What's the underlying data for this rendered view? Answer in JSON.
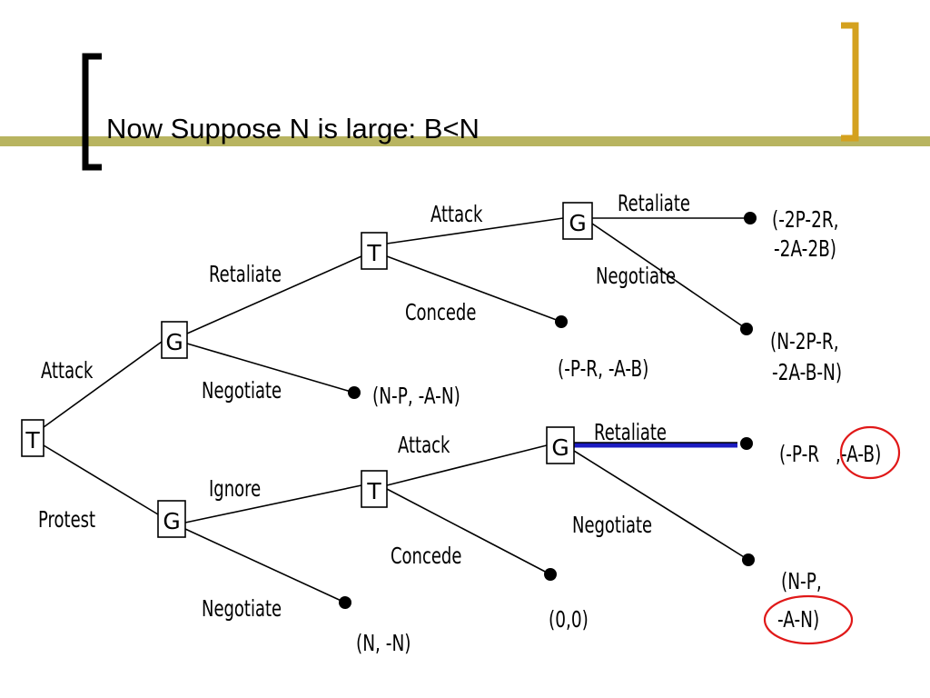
{
  "slide": {
    "title": "Now Suppose N is large: B<N"
  },
  "tree": {
    "nodes": {
      "root": "T",
      "g_upper": "G",
      "g_lower": "G",
      "t_upper": "T",
      "t_lower": "T",
      "g_upper_right": "G",
      "g_lower_right": "G"
    },
    "edges": {
      "root_attack": "Attack",
      "root_protest": "Protest",
      "g_upper_retaliate": "Retaliate",
      "g_upper_negotiate": "Negotiate",
      "t_upper_attack": "Attack",
      "t_upper_concede": "Concede",
      "g_upper_right_retaliate": "Retaliate",
      "g_upper_right_negotiate": "Negotiate",
      "g_lower_ignore": "Ignore",
      "g_lower_negotiate": "Negotiate",
      "t_lower_attack": "Attack",
      "t_lower_concede": "Concede",
      "g_lower_right_retaliate": "Retaliate",
      "g_lower_right_negotiate": "Negotiate"
    },
    "payoffs": {
      "upper_retaliate_line1": "(-2P-2R,",
      "upper_retaliate_line2": "-2A-2B)",
      "upper_negotiate_line1": "(N-2P-R,",
      "upper_negotiate_line2": "-2A-B-N)",
      "upper_concede": "(-P-R, -A-B)",
      "upper_g_negotiate": "(N-P, -A-N)",
      "lower_retaliate_part1": "(-P-R",
      "lower_retaliate_part2": ",-A-B)",
      "lower_negotiate_line1": "(N-P,",
      "lower_negotiate_line2": "-A-N)",
      "lower_concede": "(0,0)",
      "lower_g_negotiate": "(N, -N)"
    }
  },
  "colors": {
    "olive": "#b8b460",
    "gold": "#d4a11e",
    "highlight_blue": "#1c1cc0",
    "circle_red": "#e01818"
  }
}
